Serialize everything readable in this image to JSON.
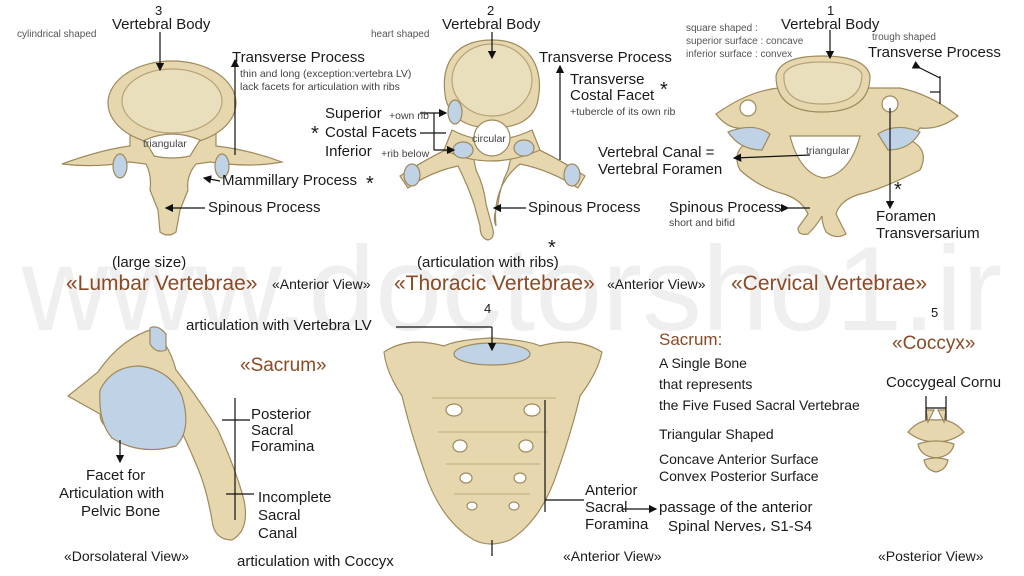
{
  "watermark": "www.doctorsho1.ir",
  "numbers": {
    "n1": "1",
    "n2": "2",
    "n3": "3",
    "n4": "4",
    "n5": "5"
  },
  "star": "*",
  "lumbar": {
    "body_label": "Vertebral Body",
    "shape_note": "cylindrical shaped",
    "transverse": "Transverse Process",
    "transverse_note1": "thin and long (exception:vertebra LV)",
    "transverse_note2": "lack facets for articulation with ribs",
    "canal": "triangular",
    "mammillary": "Mammillary Process",
    "spinous": "Spinous Process",
    "size_note": "(large size)",
    "title": "«Lumbar Vertebrae»",
    "view": "«Anterior View»"
  },
  "thoracic": {
    "body_label": "Vertebral Body",
    "shape_note": "heart shaped",
    "transverse": "Transverse Process",
    "costal_facet1": "Transverse",
    "costal_facet2": "Costal Facet",
    "costal_note": "+tubercle of its own rib",
    "superior": "Superior",
    "superior_note": "+own rib",
    "costal_facets": "Costal Facets",
    "inferior": "Inferior",
    "inferior_note": "+rib below",
    "canal": "circular",
    "spinous": "Spinous Process",
    "ribs_note": "(articulation with ribs)",
    "title": "«Thoracic Vertebrae»",
    "view": "«Anterior View»"
  },
  "cervical": {
    "body_label": "Vertebral Body",
    "shape1": "square shaped :",
    "shape2": "superior surface : concave",
    "shape3": "inferior surface : convex",
    "trough": "trough shaped",
    "transverse": "Transverse Process",
    "canal1": "Vertebral Canal =",
    "canal2": "Vertebral Foramen",
    "canal_shape": "triangular",
    "spinous": "Spinous Process",
    "spinous_note": "short and bifid",
    "foramen1": "Foramen",
    "foramen2": "Transversarium",
    "title": "«Cervical Vertebrae»"
  },
  "sacrum_lateral": {
    "title": "«Sacrum»",
    "posterior1": "Posterior",
    "posterior2": "Sacral",
    "posterior3": "Foramina",
    "facet1": "Facet for",
    "facet2": "Articulation with",
    "facet3": "Pelvic Bone",
    "incomplete1": "Incomplete",
    "incomplete2": "Sacral",
    "incomplete3": "Canal",
    "view": "«Dorsolateral View»"
  },
  "sacrum_anterior": {
    "top_label": "articulation with Vertebra LV",
    "foramina1": "Anterior",
    "foramina2": "Sacral",
    "foramina3": "Foramina",
    "passage1": "passage of the anterior",
    "passage2": "Spinal Nerves، S1-S4",
    "bottom_label": "articulation with Coccyx",
    "view": "«Anterior View»"
  },
  "sacrum_info": {
    "heading": "Sacrum:",
    "line1": "A Single Bone",
    "line2": "that represents",
    "line3": "the Five Fused Sacral Vertebrae",
    "line4": "Triangular Shaped",
    "line5": "Concave Anterior Surface",
    "line6": "Convex Posterior Surface"
  },
  "coccyx": {
    "title": "«Coccyx»",
    "cornu": "Coccygeal Cornu",
    "view": "«Posterior View»"
  },
  "colors": {
    "bone": "#e6d7ae",
    "bone_dark": "#b9a676",
    "cartilage": "#bfd2e6",
    "title": "#8b4a25",
    "watermark": "#eeeeee"
  }
}
